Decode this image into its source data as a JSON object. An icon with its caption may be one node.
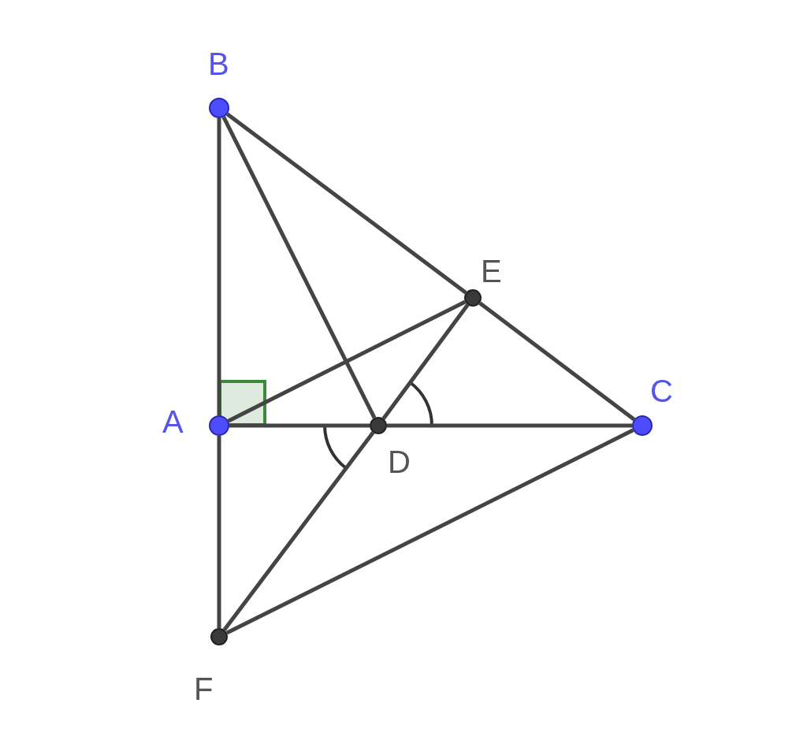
{
  "diagram": {
    "nodes": [
      {
        "text": [
          "B"
        ]
      },
      {
        "text": [
          "E"
        ]
      },
      {
        "text": [
          "C"
        ]
      },
      {
        "text": [
          "A"
        ]
      },
      {
        "text": [
          "D"
        ]
      },
      {
        "text": [
          "F"
        ]
      }
    ],
    "edges": [
      {
        "from": 3,
        "to": 0,
        "arrow": "none"
      },
      {
        "from": 0,
        "to": 1,
        "arrow": "none"
      },
      {
        "from": 1,
        "to": 2,
        "arrow": "none"
      },
      {
        "from": 0,
        "to": 4,
        "arrow": "none"
      },
      {
        "from": 3,
        "to": 1,
        "arrow": "none"
      },
      {
        "from": 3,
        "to": 4,
        "arrow": "none"
      },
      {
        "from": 4,
        "to": 2,
        "arrow": "none"
      },
      {
        "from": 4,
        "to": 1,
        "arrow": "none"
      },
      {
        "from": 4,
        "to": 5,
        "arrow": "none"
      },
      {
        "from": 3,
        "to": 5,
        "arrow": "none"
      },
      {
        "from": 5,
        "to": 2,
        "arrow": "none"
      }
    ]
  }
}
